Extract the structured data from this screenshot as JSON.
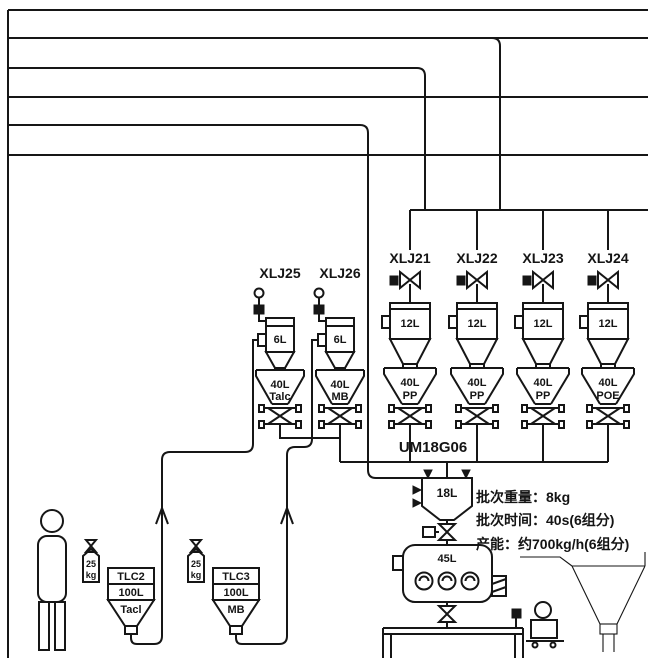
{
  "diagram": {
    "stations": [
      {
        "id": "XLJ25",
        "receiver": "6L",
        "hopper": "40L",
        "material": "Talc"
      },
      {
        "id": "XLJ26",
        "receiver": "6L",
        "hopper": "40L",
        "material": "MB"
      },
      {
        "id": "XLJ21",
        "receiver": "12L",
        "hopper": "40L",
        "material": "PP"
      },
      {
        "id": "XLJ22",
        "receiver": "12L",
        "hopper": "40L",
        "material": "PP"
      },
      {
        "id": "XLJ23",
        "receiver": "12L",
        "hopper": "40L",
        "material": "PP"
      },
      {
        "id": "XLJ24",
        "receiver": "12L",
        "hopper": "40L",
        "material": "POE"
      }
    ],
    "mixer": {
      "id": "UM18G06",
      "feed_hopper": "18L",
      "vessel": "45L"
    },
    "notes": [
      "批次重量：8kg",
      "批次时间：40s(6组分)",
      "产能：约700kg/h(6组分)"
    ],
    "bins": [
      {
        "id": "TLC2",
        "capacity": "100L",
        "material": "Tacl"
      },
      {
        "id": "TLC3",
        "capacity": "100L",
        "material": "MB"
      }
    ],
    "bag": {
      "weight": "25",
      "unit": "kg"
    }
  }
}
